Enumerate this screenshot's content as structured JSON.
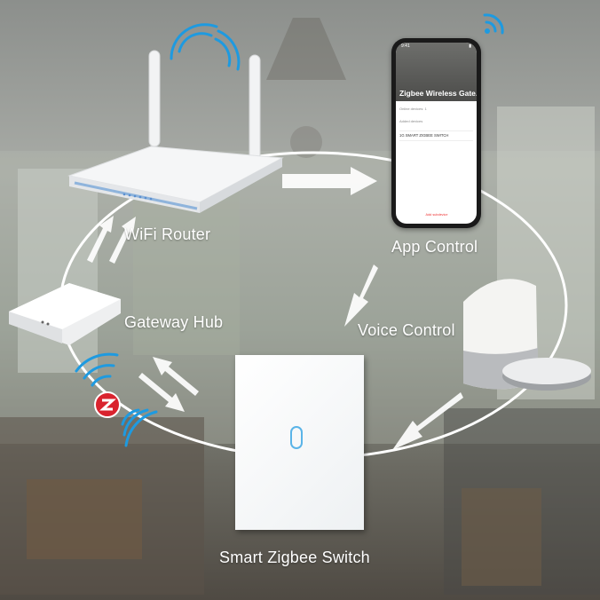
{
  "labels": {
    "wifi_router": "WiFi Router",
    "app_control": "App Control",
    "gateway_hub": "Gateway Hub",
    "voice_control": "Voice Control",
    "smart_switch": "Smart Zigbee Switch"
  },
  "phone": {
    "time": "9:41",
    "app_title": "Zigbee Wireless Gate...",
    "online_devices": "Online devices: 1",
    "added_devices": "Added devices",
    "device_name": "1G SMART ZIGBEE SWITCH",
    "add_button": "Add subdevice"
  },
  "colors": {
    "signal_blue": "#1e9ae0",
    "zigbee_red": "#d9232e",
    "touch_ring": "#5ab4e8"
  }
}
